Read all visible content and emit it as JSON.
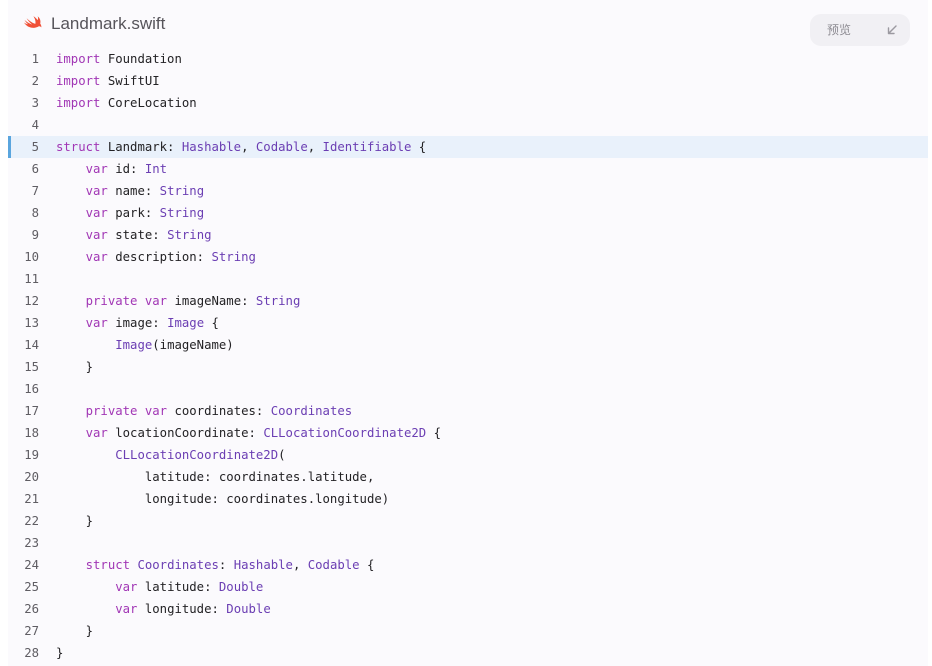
{
  "header": {
    "file_name": "Landmark.swift",
    "file_icon": "swift-icon",
    "preview_label": "预览",
    "collapse_icon": "collapse-arrow-icon"
  },
  "colors": {
    "keyword": "#a136b5",
    "type": "#6b3eb3",
    "plain": "#232225",
    "line_number": "#5f5d63",
    "highlight_bg": "#e9f1fb",
    "highlight_bar": "#5aa5de",
    "swift_orange": "#f05138"
  },
  "highlighted_line": 5,
  "lines": [
    {
      "n": "1",
      "t": [
        [
          "kw",
          "import"
        ],
        [
          "p",
          " Foundation"
        ]
      ]
    },
    {
      "n": "2",
      "t": [
        [
          "kw",
          "import"
        ],
        [
          "p",
          " SwiftUI"
        ]
      ]
    },
    {
      "n": "3",
      "t": [
        [
          "kw",
          "import"
        ],
        [
          "p",
          " CoreLocation"
        ]
      ]
    },
    {
      "n": "4",
      "t": []
    },
    {
      "n": "5",
      "t": [
        [
          "kw",
          "struct"
        ],
        [
          "p",
          " Landmark: "
        ],
        [
          "ty",
          "Hashable"
        ],
        [
          "p",
          ", "
        ],
        [
          "ty",
          "Codable"
        ],
        [
          "p",
          ", "
        ],
        [
          "ty",
          "Identifiable"
        ],
        [
          "p",
          " {"
        ]
      ]
    },
    {
      "n": "6",
      "t": [
        [
          "p",
          "    "
        ],
        [
          "kw",
          "var"
        ],
        [
          "p",
          " id: "
        ],
        [
          "ty",
          "Int"
        ]
      ]
    },
    {
      "n": "7",
      "t": [
        [
          "p",
          "    "
        ],
        [
          "kw",
          "var"
        ],
        [
          "p",
          " name: "
        ],
        [
          "ty",
          "String"
        ]
      ]
    },
    {
      "n": "8",
      "t": [
        [
          "p",
          "    "
        ],
        [
          "kw",
          "var"
        ],
        [
          "p",
          " park: "
        ],
        [
          "ty",
          "String"
        ]
      ]
    },
    {
      "n": "9",
      "t": [
        [
          "p",
          "    "
        ],
        [
          "kw",
          "var"
        ],
        [
          "p",
          " state: "
        ],
        [
          "ty",
          "String"
        ]
      ]
    },
    {
      "n": "10",
      "t": [
        [
          "p",
          "    "
        ],
        [
          "kw",
          "var"
        ],
        [
          "p",
          " description: "
        ],
        [
          "ty",
          "String"
        ]
      ]
    },
    {
      "n": "11",
      "t": []
    },
    {
      "n": "12",
      "t": [
        [
          "p",
          "    "
        ],
        [
          "kw",
          "private"
        ],
        [
          "p",
          " "
        ],
        [
          "kw",
          "var"
        ],
        [
          "p",
          " imageName: "
        ],
        [
          "ty",
          "String"
        ]
      ]
    },
    {
      "n": "13",
      "t": [
        [
          "p",
          "    "
        ],
        [
          "kw",
          "var"
        ],
        [
          "p",
          " image: "
        ],
        [
          "ty",
          "Image"
        ],
        [
          "p",
          " {"
        ]
      ]
    },
    {
      "n": "14",
      "t": [
        [
          "p",
          "        "
        ],
        [
          "ty",
          "Image"
        ],
        [
          "p",
          "(imageName)"
        ]
      ]
    },
    {
      "n": "15",
      "t": [
        [
          "p",
          "    }"
        ]
      ]
    },
    {
      "n": "16",
      "t": []
    },
    {
      "n": "17",
      "t": [
        [
          "p",
          "    "
        ],
        [
          "kw",
          "private"
        ],
        [
          "p",
          " "
        ],
        [
          "kw",
          "var"
        ],
        [
          "p",
          " coordinates: "
        ],
        [
          "ty",
          "Coordinates"
        ]
      ]
    },
    {
      "n": "18",
      "t": [
        [
          "p",
          "    "
        ],
        [
          "kw",
          "var"
        ],
        [
          "p",
          " locationCoordinate: "
        ],
        [
          "ty",
          "CLLocationCoordinate2D"
        ],
        [
          "p",
          " {"
        ]
      ]
    },
    {
      "n": "19",
      "t": [
        [
          "p",
          "        "
        ],
        [
          "ty",
          "CLLocationCoordinate2D"
        ],
        [
          "p",
          "("
        ]
      ]
    },
    {
      "n": "20",
      "t": [
        [
          "p",
          "            latitude: coordinates.latitude,"
        ]
      ]
    },
    {
      "n": "21",
      "t": [
        [
          "p",
          "            longitude: coordinates.longitude)"
        ]
      ]
    },
    {
      "n": "22",
      "t": [
        [
          "p",
          "    }"
        ]
      ]
    },
    {
      "n": "23",
      "t": []
    },
    {
      "n": "24",
      "t": [
        [
          "p",
          "    "
        ],
        [
          "kw",
          "struct"
        ],
        [
          "p",
          " "
        ],
        [
          "ty",
          "Coordinates"
        ],
        [
          "p",
          ": "
        ],
        [
          "ty",
          "Hashable"
        ],
        [
          "p",
          ", "
        ],
        [
          "ty",
          "Codable"
        ],
        [
          "p",
          " {"
        ]
      ]
    },
    {
      "n": "25",
      "t": [
        [
          "p",
          "        "
        ],
        [
          "kw",
          "var"
        ],
        [
          "p",
          " latitude: "
        ],
        [
          "ty",
          "Double"
        ]
      ]
    },
    {
      "n": "26",
      "t": [
        [
          "p",
          "        "
        ],
        [
          "kw",
          "var"
        ],
        [
          "p",
          " longitude: "
        ],
        [
          "ty",
          "Double"
        ]
      ]
    },
    {
      "n": "27",
      "t": [
        [
          "p",
          "    }"
        ]
      ]
    },
    {
      "n": "28",
      "t": [
        [
          "p",
          "}"
        ]
      ]
    }
  ]
}
